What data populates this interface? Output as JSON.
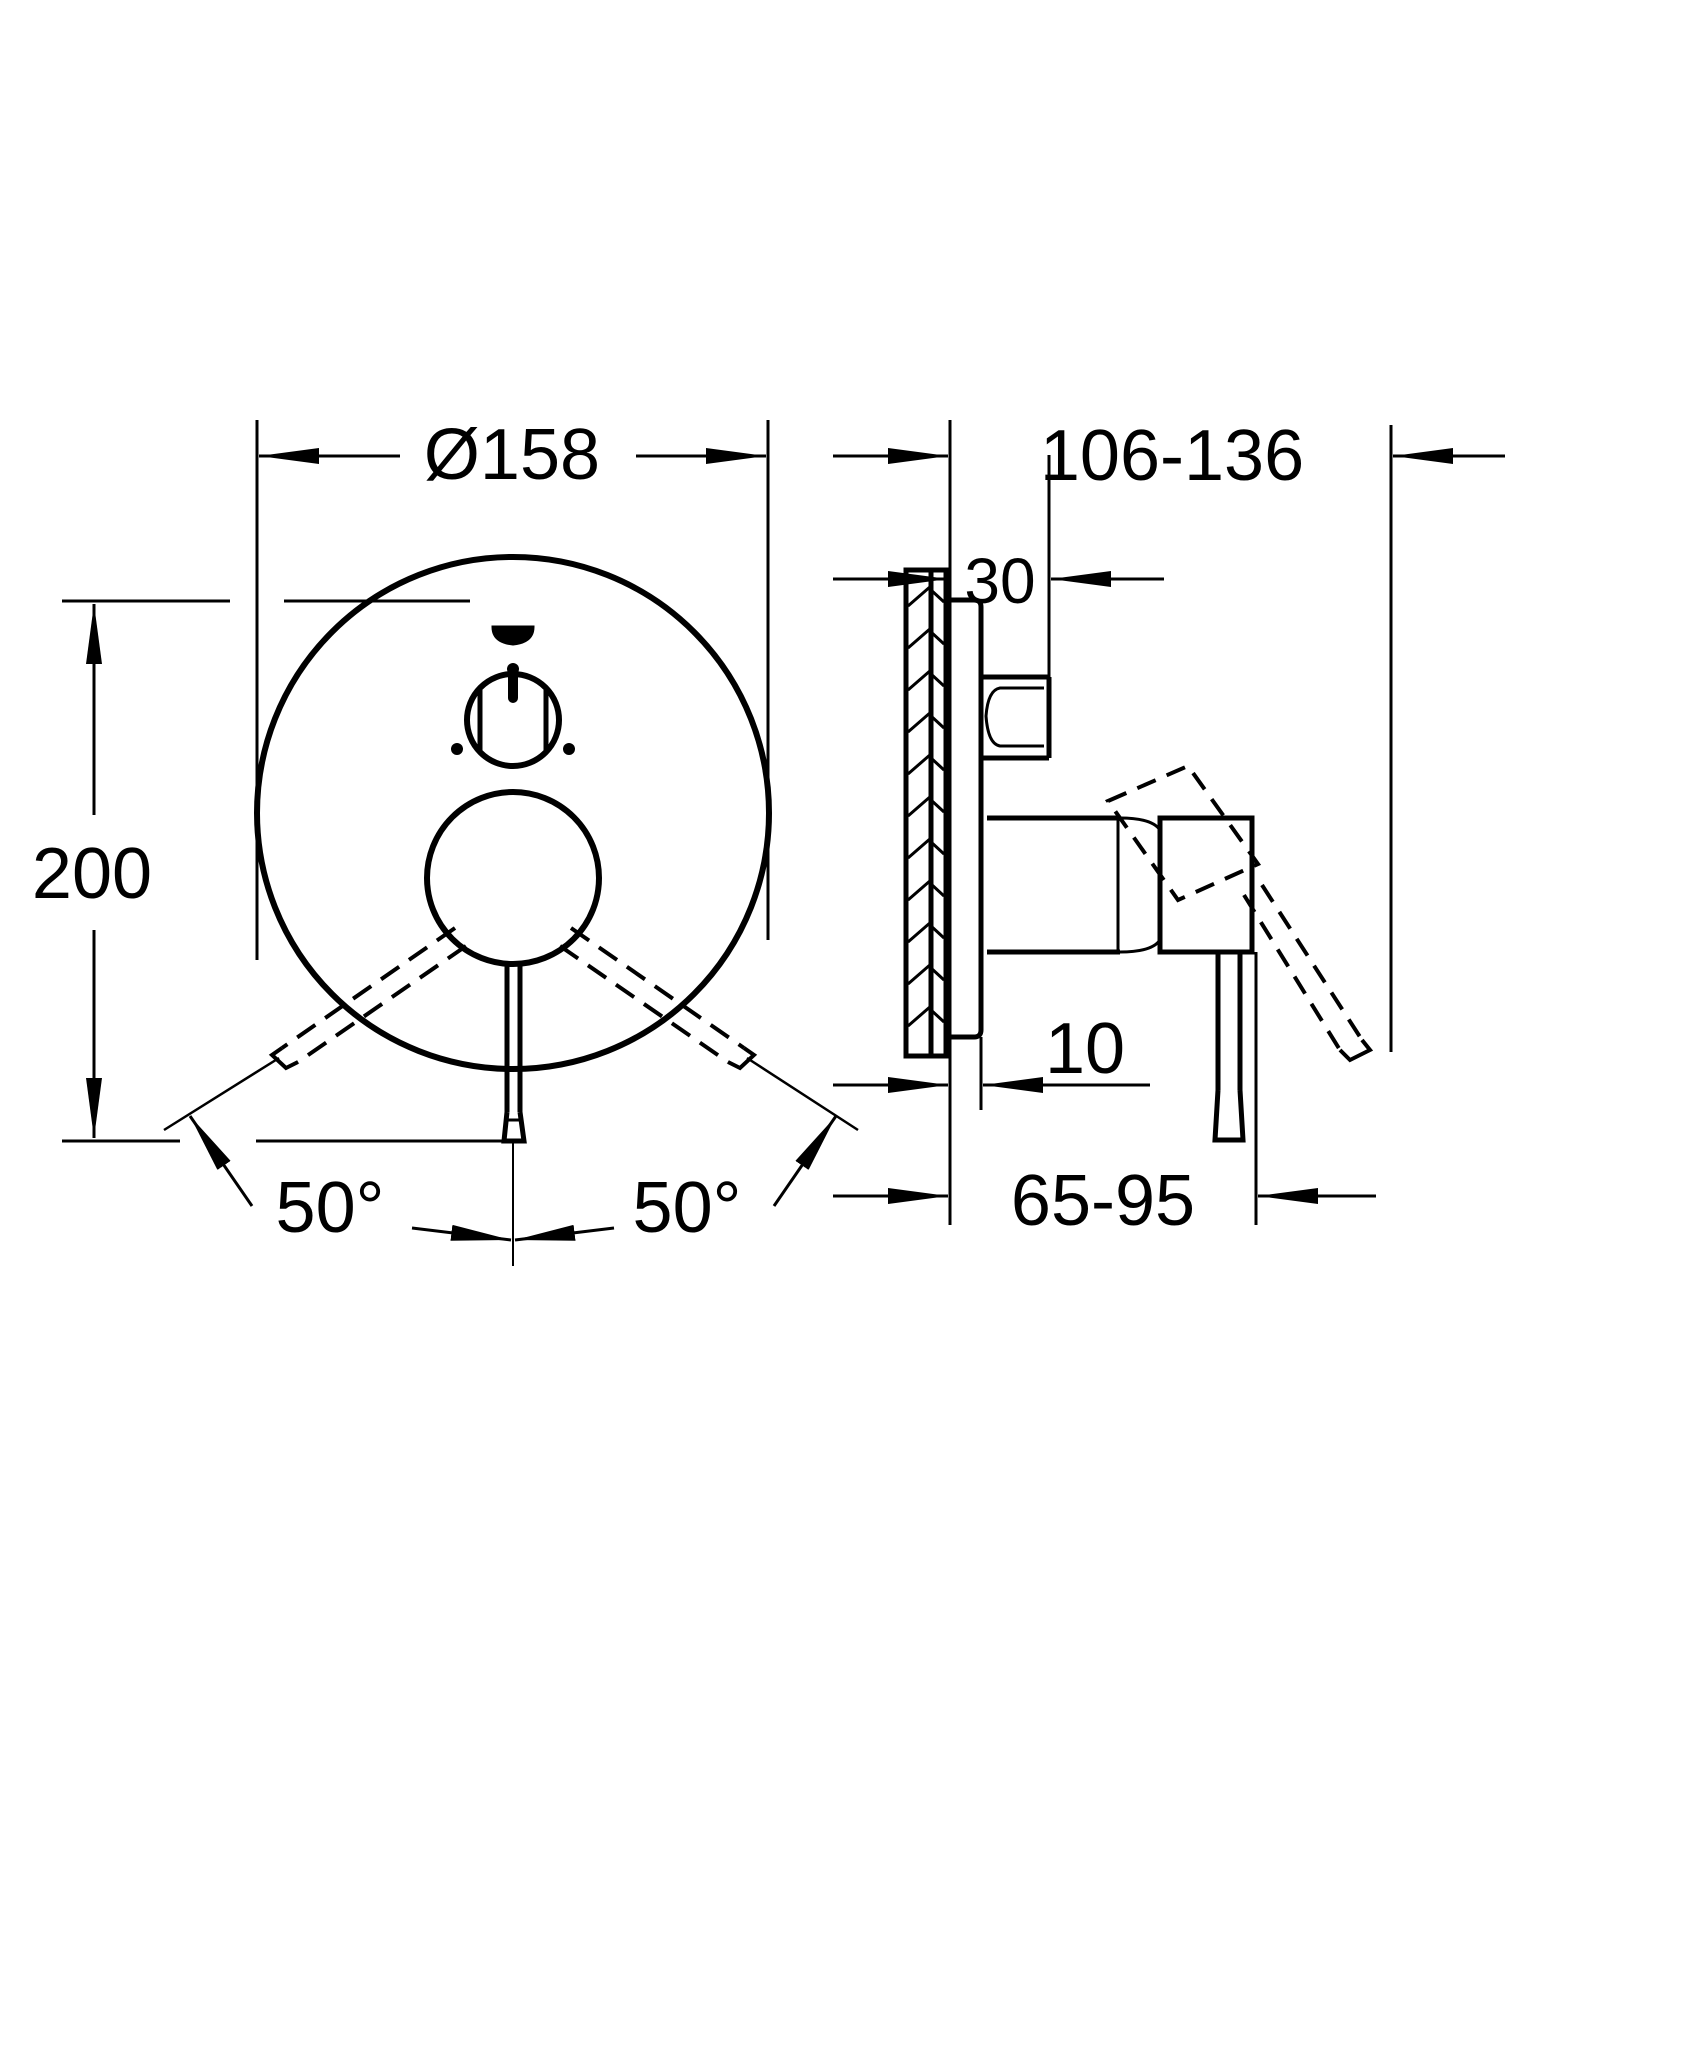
{
  "drawing": {
    "type": "technical-dimension-drawing",
    "subject": "concealed shower mixer trim with diverter",
    "colors": {
      "line": "#000000",
      "background": "#ffffff"
    },
    "front_view": {
      "diameter_label": "Ø158",
      "height_label": "200",
      "left_angle_label": "50°",
      "right_angle_label": "50°"
    },
    "side_view": {
      "overall_depth_label": "106-136",
      "diverter_depth_label": "30",
      "plate_offset_label": "10",
      "handle_depth_label": "65-95"
    },
    "icons": {
      "logo": "brand-logo-icon",
      "knob": "diverter-knob-icon"
    }
  }
}
